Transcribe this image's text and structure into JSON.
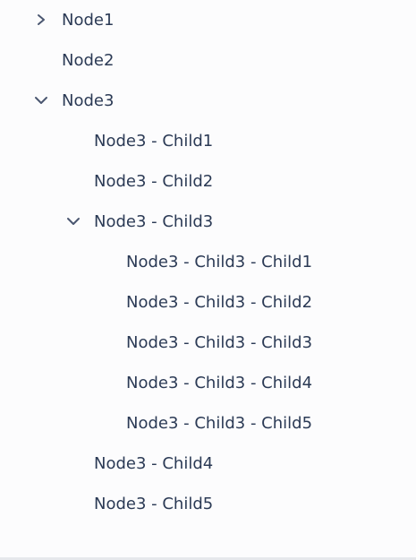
{
  "tree": {
    "nodes": [
      {
        "label": "Node1",
        "toggle": "chevron-right-icon",
        "expanded": false
      },
      {
        "label": "Node2",
        "toggle": null,
        "expanded": false
      },
      {
        "label": "Node3",
        "toggle": "chevron-down-icon",
        "expanded": true
      },
      {
        "label": "Node3 - Child1",
        "toggle": null
      },
      {
        "label": "Node3 - Child2",
        "toggle": null
      },
      {
        "label": "Node3 - Child3",
        "toggle": "chevron-down-icon",
        "expanded": true
      },
      {
        "label": "Node3 - Child3 - Child1",
        "toggle": null
      },
      {
        "label": "Node3 - Child3 - Child2",
        "toggle": null
      },
      {
        "label": "Node3 - Child3 - Child3",
        "toggle": null
      },
      {
        "label": "Node3 - Child3 - Child4",
        "toggle": null
      },
      {
        "label": "Node3 - Child3 - Child5",
        "toggle": null
      },
      {
        "label": "Node3 - Child4",
        "toggle": null
      },
      {
        "label": "Node3 - Child5",
        "toggle": null
      }
    ]
  },
  "colors": {
    "text": "#2b3a55",
    "icon": "#4a5670",
    "background": "#fcfcfd"
  }
}
